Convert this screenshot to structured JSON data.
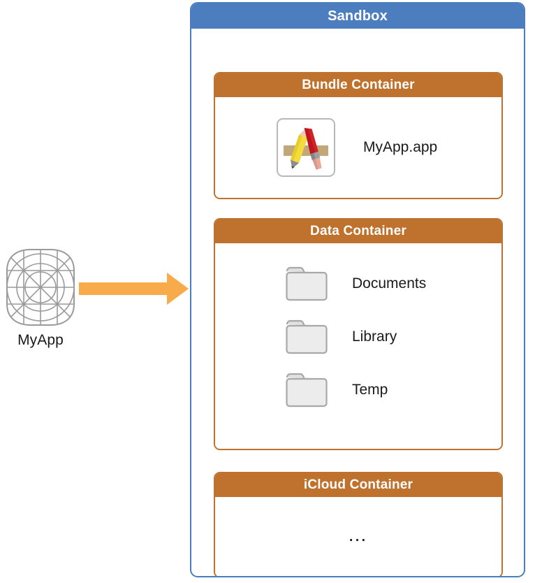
{
  "diagram": {
    "title": "Sandbox",
    "colors": {
      "sandbox_blue": "#4c7ebf",
      "container_orange": "#bf722d",
      "arrow_orange": "#f7ab4a",
      "folder_gray": "#e8e8e8",
      "folder_outline": "#b0b0b0",
      "text_dark": "#1a1a1a"
    }
  },
  "app_node": {
    "label": "MyApp",
    "icon": "ios-app-icon-grid-template"
  },
  "arrow": {
    "icon": "arrow-right-icon",
    "direction": "right"
  },
  "sandbox": {
    "title": "Sandbox",
    "containers": [
      {
        "title": "Bundle Container",
        "items": [
          {
            "label": "MyApp.app",
            "icon": "xcode-app-icon"
          }
        ]
      },
      {
        "title": "Data Container",
        "items": [
          {
            "label": "Documents",
            "icon": "folder-icon"
          },
          {
            "label": "Library",
            "icon": "folder-icon"
          },
          {
            "label": "Temp",
            "icon": "folder-icon"
          }
        ]
      },
      {
        "title": "iCloud Container",
        "items": [
          {
            "label": "…",
            "icon": "ellipsis"
          }
        ]
      }
    ]
  }
}
